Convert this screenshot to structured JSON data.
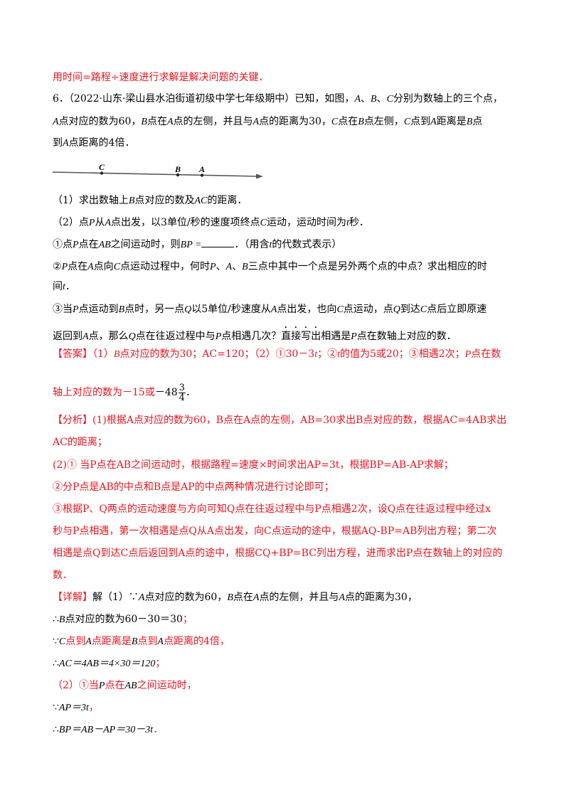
{
  "top_note": "用时间=路程÷速度进行求解是解决问题的关键．",
  "problem": {
    "line1_a": "6．（2022·山东·梁山县水泊街道初级中学七年级期中）已知，如图，",
    "line1_b": "、",
    "line1_c": "、",
    "line1_d": "分别为数轴上的三个点，",
    "line2_a": "点对应的数为60，",
    "line2_b": "点在",
    "line2_c": "点的左侧，并且与",
    "line2_d": "点的距离为30，",
    "line2_e": "点在",
    "line2_f": "点左侧，",
    "line2_g": "点到",
    "line2_h": "距离是",
    "line2_i": "点",
    "line3_a": "到",
    "line3_b": "点距离的4倍．"
  },
  "axis_labels": {
    "c": "C",
    "b": "B",
    "a": "A"
  },
  "questions": {
    "q1_a": "（1）求出数轴上",
    "q1_b": "点对应的数及",
    "q1_c": "的距离．",
    "q2_a": "（2）点",
    "q2_b": "从",
    "q2_c": "点出发，以3单位/秒的速度项终点",
    "q2_d": "运动，运动时间为",
    "q2_e": "秒．",
    "s1_a": "①点",
    "s1_b": "点在",
    "s1_c": "之间运动时，则",
    "s1_d": "．（用含",
    "s1_e": "的代数式表示）",
    "s2_a": "点在",
    "s2_b": "点向",
    "s2_c": "点运动过程中，何时",
    "s2_d": "、",
    "s2_e": "、",
    "s2_f": "三点中其中一个点是另外两个点的中点？求出相应的时",
    "s2_g": "间",
    "s3_a": "③当",
    "s3_b": "点运动到",
    "s3_c": "点时，另一点",
    "s3_d": "以5单位/秒速度从",
    "s3_e": "点出发，也向",
    "s3_f": "点运动，点",
    "s3_g": "到达",
    "s3_h": "点后立即原速",
    "s4_a": "返回到",
    "s4_b": "点，那么",
    "s4_c": "点在往返过程中与",
    "s4_d": "点相遇几次？",
    "s4_e": "直接写出",
    "s4_f": "相遇是",
    "s4_g": "点在数轴上对应的数．"
  },
  "answer": {
    "tag": "【答案】",
    "a1": "（1）",
    "a2": "点对应的数为30；AC=120；（2）①",
    "a3": "30－3",
    "a4": "；②",
    "a5": "的值为5或20；③相遇2次；",
    "a6": "点在数",
    "a7": "轴上对应的数为－15或",
    "a8": "－48",
    "frac_num": "3",
    "frac_den": "4",
    "a9": "．"
  },
  "analysis": {
    "l1": "【分析】(1)根据A点对应的数为60，B点在A点的左侧，AB=30求出B点对应的数，根据AC=4AB求出",
    "l2": "AC的距离；",
    "l3": "(2)① 当P点在AB之间运动时，根据路程=速度×时间求出AP=3t，根据BP=AB-AP求解；",
    "l4": "②分P点是AB的中点和B点是AP的中点两种情况进行讨论即可；",
    "l5": "③根据P、Q两点的运动速度与方向可知Q点在往返过程中与P点相遇2次，设Q点在往返过程中经过x",
    "l6": "秒与P点相遇，第一次相遇是点Q从A点出发，向C点运动的途中，根据AQ-BP=AB列出方程；第二次",
    "l7": "相遇是点Q到达C点后返回到A点的途中，根据CQ+BP=BC列出方程，进而求出P点在数轴上的对应的",
    "l8": "数．"
  },
  "detail": {
    "tag": "【详解】",
    "d1_a": "解（1）∵",
    "d1_b": "点对应的数为60，",
    "d1_c": "点在",
    "d1_d": "点的左侧，并且与",
    "d1_e": "点的距离为30，",
    "d2_a": "∴",
    "d2_b": "点对应的数为",
    "d2_c": "60－30＝30",
    "d2_d": "；",
    "d3_a": "∵",
    "d3_b": "点到",
    "d3_c": "点距离是",
    "d3_d": "点到",
    "d3_e": "点距离的4倍，",
    "d4_a": "∴",
    "d4_b": "AC＝4AB＝4×30＝120",
    "d4_c": "；",
    "d5_a": "（2）①当",
    "d5_b": "点在",
    "d5_c": "之间运动时，",
    "d6_a": "∵",
    "d6_b": "AP＝3t",
    "d6_c": "，",
    "d7_a": "∴",
    "d7_b": "BP＝AB－AP＝30－3t",
    "d7_c": "．"
  },
  "letters": {
    "A": "A",
    "B": "B",
    "C": "C",
    "P": "P",
    "Q": "Q",
    "t": "t",
    "AB": "AB",
    "AC": "AC",
    "BP": "BP ="
  }
}
